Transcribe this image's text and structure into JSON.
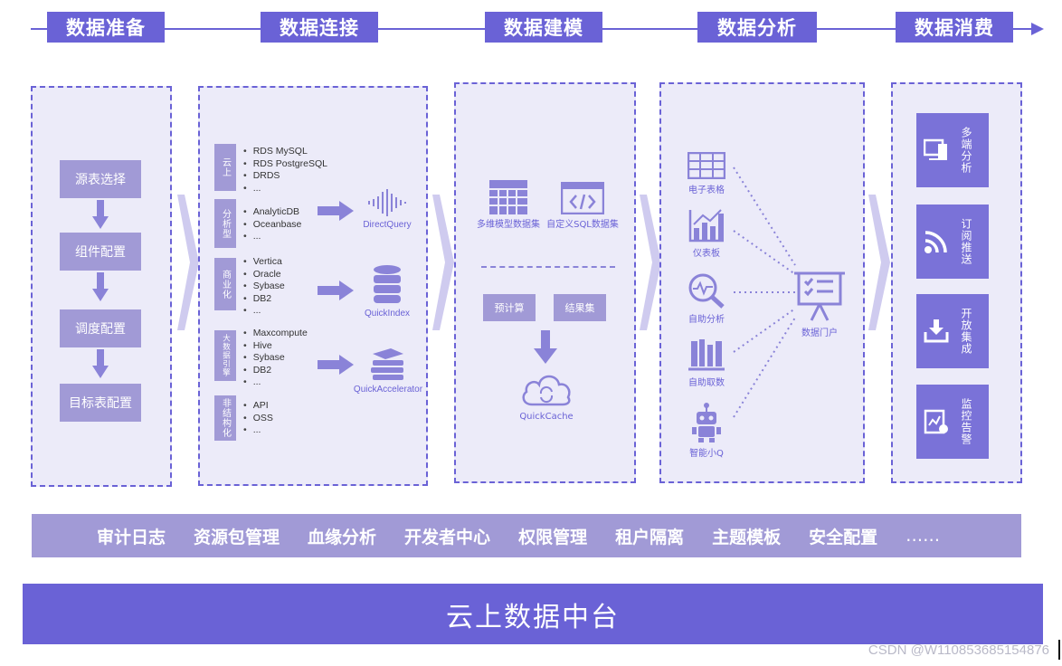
{
  "stages": [
    "数据准备",
    "数据连接",
    "数据建模",
    "数据分析",
    "数据消费"
  ],
  "prep": [
    "源表选择",
    "组件配置",
    "调度配置",
    "目标表配置"
  ],
  "connect": {
    "categories": [
      {
        "label": "云上",
        "items": [
          "RDS MySQL",
          "RDS PostgreSQL",
          "DRDS",
          "..."
        ]
      },
      {
        "label": "分析型",
        "items": [
          "AnalyticDB",
          "Oceanbase",
          "..."
        ]
      },
      {
        "label": "商业化",
        "items": [
          "Vertica",
          "Oracle",
          "Sybase",
          "DB2",
          "..."
        ]
      },
      {
        "label": "大数据引擎",
        "items": [
          "Maxcompute",
          "Hive",
          "Sybase",
          "DB2",
          "..."
        ]
      },
      {
        "label": "非结构化",
        "items": [
          "API",
          "OSS",
          "..."
        ]
      }
    ],
    "engines": [
      "DirectQuery",
      "QuickIndex",
      "QuickAccelerator"
    ]
  },
  "model": {
    "datasets": [
      "多维模型数据集",
      "自定义SQL数据集"
    ],
    "buttons": [
      "预计算",
      "结果集"
    ],
    "cache": "QuickCache"
  },
  "analysis": {
    "items": [
      "电子表格",
      "仪表板",
      "自助分析",
      "自助取数",
      "智能小Q"
    ],
    "portal": "数据门户"
  },
  "consume": [
    "多端分析",
    "订阅推送",
    "开放集成",
    "监控告警"
  ],
  "features": [
    "审计日志",
    "资源包管理",
    "血缘分析",
    "开发者中心",
    "权限管理",
    "租户隔离",
    "主题模板",
    "安全配置",
    "……"
  ],
  "base_title": "云上数据中台",
  "watermark": "CSDN @W110853685154876"
}
